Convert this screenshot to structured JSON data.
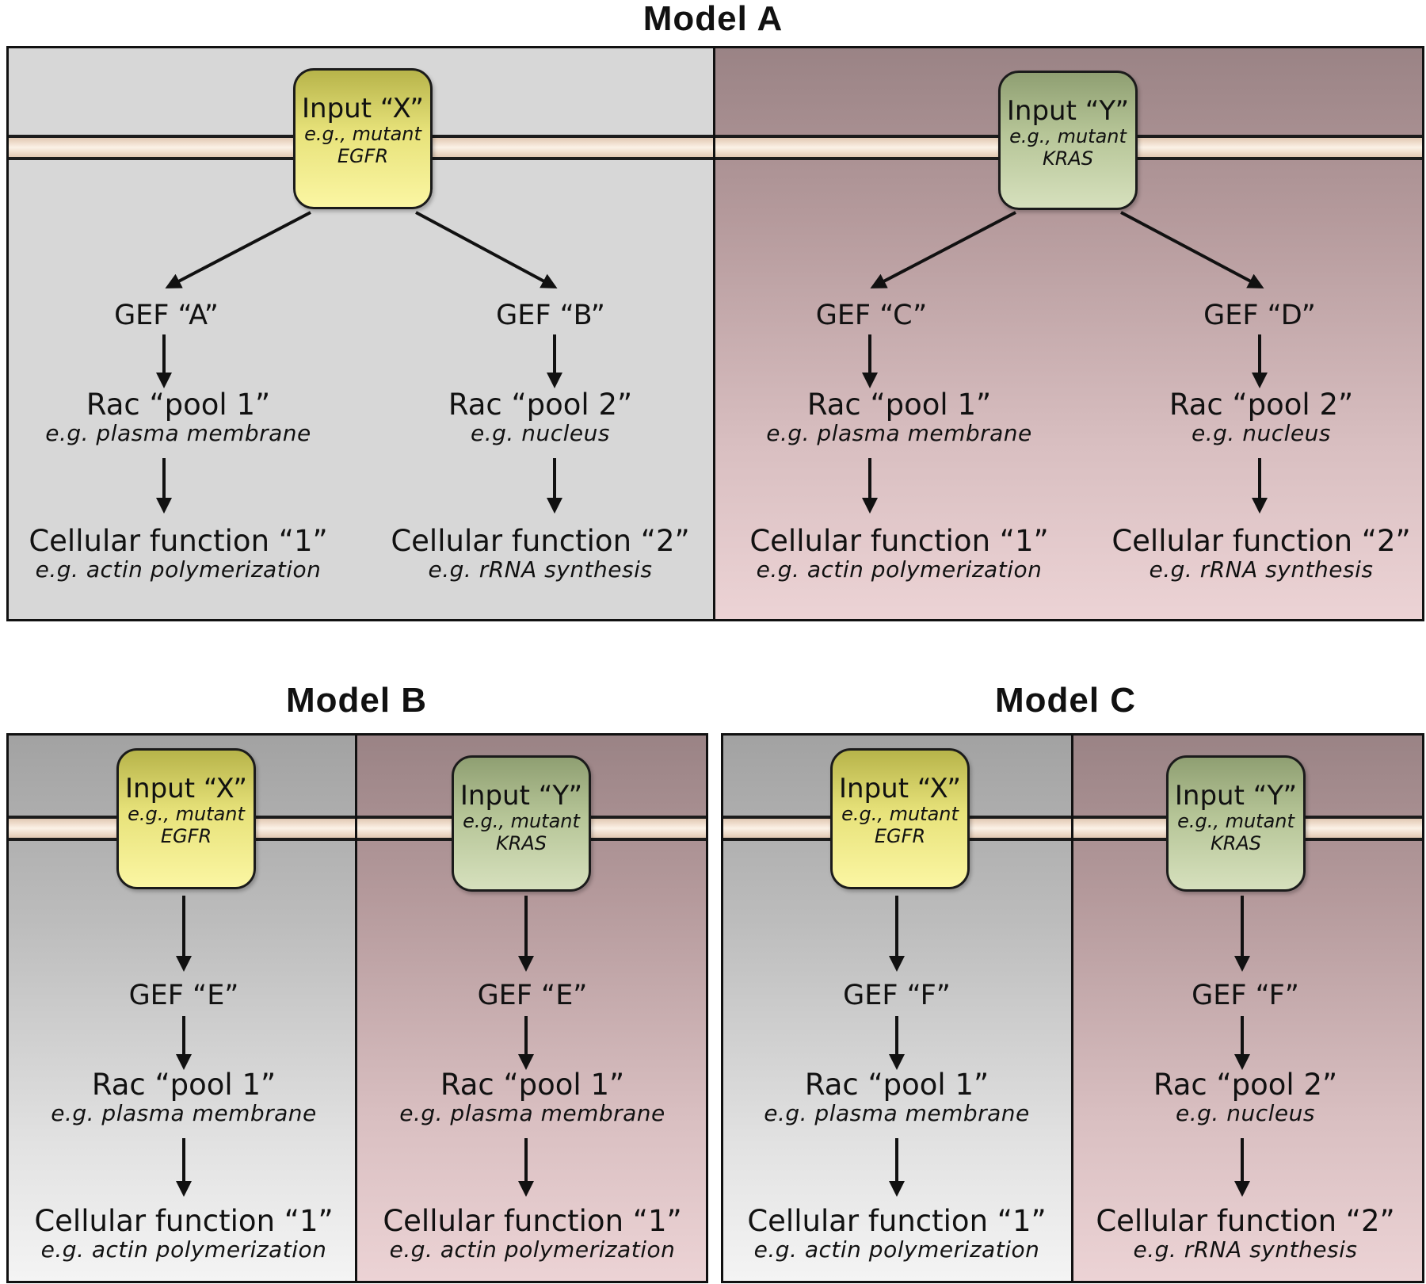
{
  "model_a": {
    "title": "Model A",
    "left": {
      "input": {
        "title": "Input “X”",
        "line1": "e.g., mutant",
        "line2": "EGFR"
      },
      "branch1": {
        "gef": "GEF “A”",
        "rac": "Rac “pool 1”",
        "rac_sub": "e.g. plasma membrane",
        "func": "Cellular function “1”",
        "func_sub": "e.g. actin polymerization"
      },
      "branch2": {
        "gef": "GEF “B”",
        "rac": "Rac “pool 2”",
        "rac_sub": "e.g. nucleus",
        "func": "Cellular function “2”",
        "func_sub": "e.g. rRNA synthesis"
      }
    },
    "right": {
      "input": {
        "title": "Input “Y”",
        "line1": "e.g., mutant",
        "line2": "KRAS"
      },
      "branch1": {
        "gef": "GEF “C”",
        "rac": "Rac “pool 1”",
        "rac_sub": "e.g. plasma membrane",
        "func": "Cellular function “1”",
        "func_sub": "e.g. actin polymerization"
      },
      "branch2": {
        "gef": "GEF “D”",
        "rac": "Rac “pool 2”",
        "rac_sub": "e.g. nucleus",
        "func": "Cellular function “2”",
        "func_sub": "e.g. rRNA synthesis"
      }
    }
  },
  "model_b": {
    "title": "Model B",
    "left": {
      "input": {
        "title": "Input “X”",
        "line1": "e.g., mutant",
        "line2": "EGFR"
      },
      "gef": "GEF “E”",
      "rac": "Rac “pool 1”",
      "rac_sub": "e.g. plasma membrane",
      "func": "Cellular function “1”",
      "func_sub": "e.g. actin polymerization"
    },
    "right": {
      "input": {
        "title": "Input “Y”",
        "line1": "e.g., mutant",
        "line2": "KRAS"
      },
      "gef": "GEF “E”",
      "rac": "Rac “pool 1”",
      "rac_sub": "e.g. plasma membrane",
      "func": "Cellular function “1”",
      "func_sub": "e.g. actin polymerization"
    }
  },
  "model_c": {
    "title": "Model C",
    "left": {
      "input": {
        "title": "Input “X”",
        "line1": "e.g., mutant",
        "line2": "EGFR"
      },
      "gef": "GEF “F”",
      "rac": "Rac “pool 1”",
      "rac_sub": "e.g. plasma membrane",
      "func": "Cellular function “1”",
      "func_sub": "e.g. actin polymerization"
    },
    "right": {
      "input": {
        "title": "Input “Y”",
        "line1": "e.g., mutant",
        "line2": "KRAS"
      },
      "gef": "GEF “F”",
      "rac": "Rac “pool 2”",
      "rac_sub": "e.g. nucleus",
      "func": "Cellular function “2”",
      "func_sub": "e.g. rRNA synthesis"
    }
  },
  "colors": {
    "egfr_box": "#e7e27a",
    "kras_box": "#b6c597",
    "membrane": "#f3e2d1",
    "gray_panel": "#d7d7d7",
    "rose_panel": "#d9bfc1"
  }
}
